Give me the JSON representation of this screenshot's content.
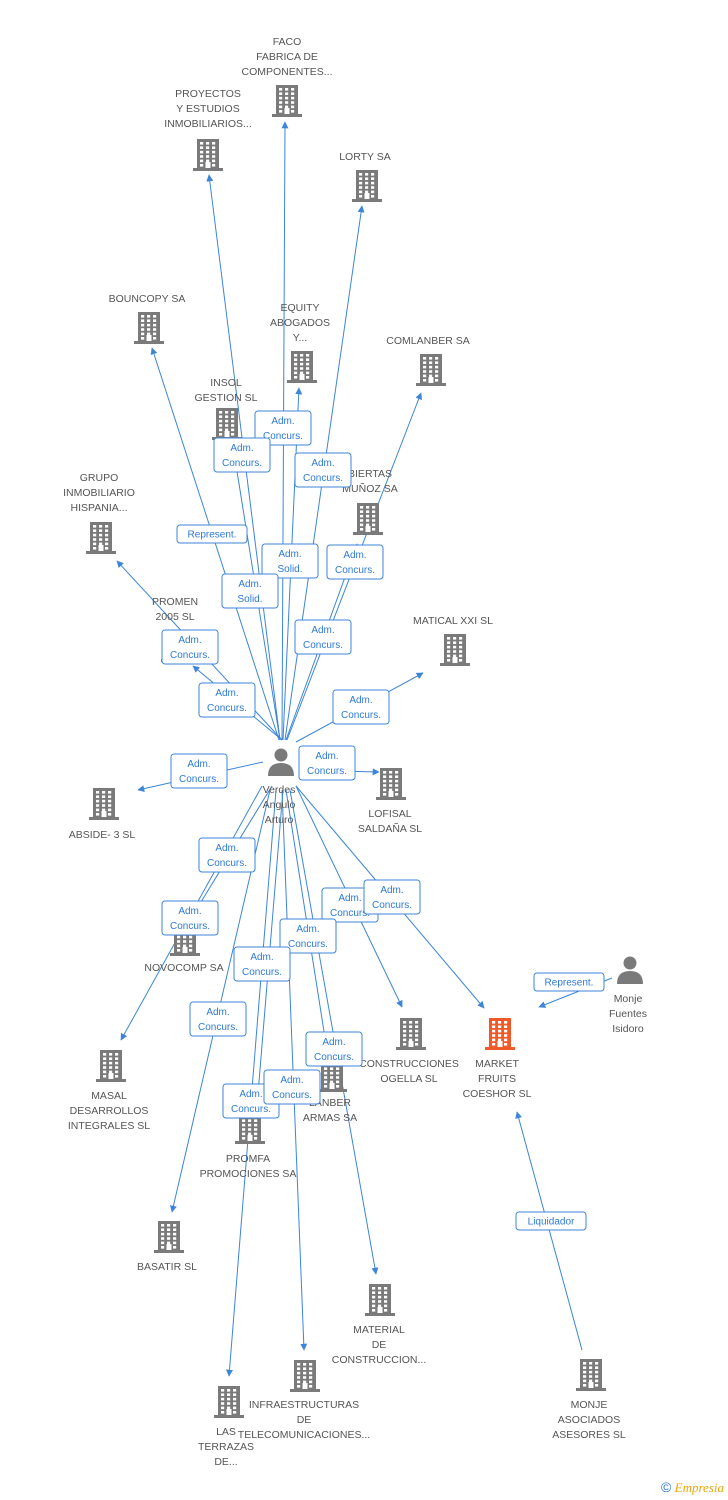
{
  "colors": {
    "edge": "#3c85d8",
    "edge_label_text": "#2d7ad6",
    "edge_label_border": "#3c85d8",
    "node_icon": "#7a7a7a",
    "node_icon_highlight": "#f05a28",
    "node_text": "#555555"
  },
  "nodes": [
    {
      "id": "faco",
      "type": "company",
      "lines": [
        "FACO",
        "FABRICA DE",
        "COMPONENTES..."
      ]
    },
    {
      "id": "proyectos",
      "type": "company",
      "lines": [
        "PROYECTOS",
        "Y ESTUDIOS",
        "INMOBILIARIOS..."
      ]
    },
    {
      "id": "lorty",
      "type": "company",
      "lines": [
        "LORTY SA"
      ]
    },
    {
      "id": "bouncopy",
      "type": "company",
      "lines": [
        "BOUNCOPY SA"
      ]
    },
    {
      "id": "equity",
      "type": "company",
      "lines": [
        "EQUITY",
        "ABOGADOS",
        "Y..."
      ]
    },
    {
      "id": "comlanber",
      "type": "company",
      "lines": [
        "COMLANBER SA"
      ]
    },
    {
      "id": "insol",
      "type": "company",
      "lines": [
        "INSOL",
        "GESTION SL"
      ]
    },
    {
      "id": "biertas",
      "type": "company",
      "lines": [
        "BIERTAS",
        "MUÑOZ SA"
      ]
    },
    {
      "id": "grupo",
      "type": "company",
      "lines": [
        "GRUPO",
        "INMOBILIARIO",
        "HISPANIA..."
      ]
    },
    {
      "id": "promen",
      "type": "company",
      "lines": [
        "PROMEN",
        "2005 SL"
      ]
    },
    {
      "id": "matical",
      "type": "company",
      "lines": [
        "MATICAL XXI SL"
      ]
    },
    {
      "id": "verdes",
      "type": "person",
      "lines": [
        "Verdes",
        "Angulo",
        "Arturo"
      ]
    },
    {
      "id": "abside",
      "type": "company",
      "lines": [
        "ABSIDE- 3 SL"
      ]
    },
    {
      "id": "lofisal",
      "type": "company",
      "lines": [
        "LOFISAL",
        "SALDAÑA SL"
      ]
    },
    {
      "id": "novocomp",
      "type": "company",
      "lines": [
        "NOVOCOMP SA"
      ]
    },
    {
      "id": "monje_p",
      "type": "person",
      "lines": [
        "Monje",
        "Fuentes",
        "Isidoro"
      ]
    },
    {
      "id": "masal",
      "type": "company",
      "lines": [
        "MASAL",
        "DESARROLLOS",
        "INTEGRALES SL"
      ]
    },
    {
      "id": "construcciones",
      "type": "company",
      "lines": [
        "CONSTRUCCIONES",
        "OGELLA SL"
      ]
    },
    {
      "id": "market",
      "type": "company",
      "highlight": true,
      "lines": [
        "MARKET",
        "FRUITS",
        "COESHOR SL"
      ]
    },
    {
      "id": "lanber",
      "type": "company",
      "lines": [
        "LANBER",
        "ARMAS SA"
      ]
    },
    {
      "id": "promfa",
      "type": "company",
      "lines": [
        "PROMFA",
        "PROMOCIONES SA"
      ]
    },
    {
      "id": "basatir",
      "type": "company",
      "lines": [
        "BASATIR SL"
      ]
    },
    {
      "id": "material",
      "type": "company",
      "lines": [
        "MATERIAL",
        "DE",
        "CONSTRUCCION..."
      ]
    },
    {
      "id": "infra",
      "type": "company",
      "lines": [
        "INFRAESTRUCTURAS",
        "DE",
        "TELECOMUNICACIONES..."
      ]
    },
    {
      "id": "terrazas",
      "type": "company",
      "lines": [
        "LAS",
        "TERRAZAS",
        "DE..."
      ]
    },
    {
      "id": "monje_a",
      "type": "company",
      "lines": [
        "MONJE",
        "ASOCIADOS",
        "ASESORES  SL"
      ]
    }
  ],
  "edges": [
    {
      "from": "verdes",
      "to": "faco",
      "label": [
        "Adm.",
        "Concurs."
      ]
    },
    {
      "from": "verdes",
      "to": "proyectos",
      "label": [
        "Adm.",
        "Concurs."
      ]
    },
    {
      "from": "verdes",
      "to": "lorty",
      "label": [
        "Adm.",
        "Concurs."
      ]
    },
    {
      "from": "verdes",
      "to": "bouncopy",
      "label": [
        "Represent."
      ]
    },
    {
      "from": "verdes",
      "to": "equity",
      "label": [
        "Adm.",
        "Solid."
      ]
    },
    {
      "from": "verdes",
      "to": "comlanber",
      "label": [
        "Adm.",
        "Concurs."
      ]
    },
    {
      "from": "verdes",
      "to": "insol",
      "label": [
        "Adm.",
        "Solid."
      ]
    },
    {
      "from": "verdes",
      "to": "biertas",
      "label": [
        "Adm.",
        "Concurs."
      ]
    },
    {
      "from": "verdes",
      "to": "grupo",
      "label": [
        "Adm.",
        "Concurs."
      ]
    },
    {
      "from": "verdes",
      "to": "promen",
      "label": [
        "Adm.",
        "Concurs."
      ]
    },
    {
      "from": "verdes",
      "to": "matical",
      "label": [
        "Adm.",
        "Concurs."
      ]
    },
    {
      "from": "verdes",
      "to": "abside",
      "label": [
        "Adm.",
        "Concurs."
      ]
    },
    {
      "from": "verdes",
      "to": "lofisal",
      "label": [
        "Adm.",
        "Concurs."
      ]
    },
    {
      "from": "verdes",
      "to": "novocomp",
      "label": [
        "Adm.",
        "Concurs."
      ]
    },
    {
      "from": "verdes",
      "to": "masal",
      "label": [
        "Adm.",
        "Concurs."
      ]
    },
    {
      "from": "verdes",
      "to": "construcciones",
      "label": [
        "Adm.",
        "Concurs."
      ]
    },
    {
      "from": "verdes",
      "to": "market",
      "label": [
        "Adm.",
        "Concurs."
      ]
    },
    {
      "from": "verdes",
      "to": "lanber",
      "label": [
        "Adm.",
        "Concurs."
      ]
    },
    {
      "from": "verdes",
      "to": "promfa",
      "label": [
        "Adm.",
        "Concurs."
      ]
    },
    {
      "from": "verdes",
      "to": "basatir",
      "label": [
        "Adm.",
        "Concurs."
      ]
    },
    {
      "from": "verdes",
      "to": "material",
      "label": [
        "Adm.",
        "Concurs."
      ]
    },
    {
      "from": "verdes",
      "to": "infra",
      "label": [
        "Adm.",
        "Concurs."
      ]
    },
    {
      "from": "verdes",
      "to": "terrazas",
      "label": [
        "Adm.",
        "Concurs."
      ]
    },
    {
      "from": "monje_p",
      "to": "market",
      "label": [
        "Represent."
      ]
    },
    {
      "from": "monje_a",
      "to": "market",
      "label": [
        "Liquidador"
      ]
    }
  ],
  "footer": {
    "copyright": "©",
    "brand": "Empresia"
  }
}
